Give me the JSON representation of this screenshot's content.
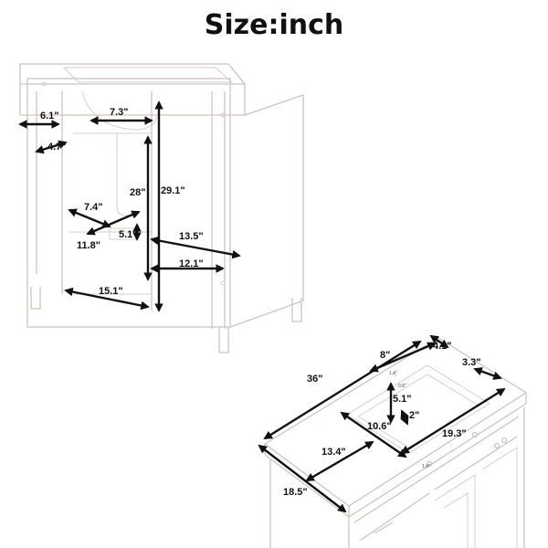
{
  "title": "Size:inch",
  "front_dims": {
    "d1": "6.1\"",
    "d2": "7.3\"",
    "d3": "4.7\"",
    "d4": "28\"",
    "d5": "29.1\"",
    "d6": "7.4\"",
    "d7": "5.1\"",
    "d8": "11.8\"",
    "d9": "13.5\"",
    "d10": "12.1\"",
    "d11": "15.1\""
  },
  "top_dims": {
    "d1": "8\"",
    "d2": "4.1\"",
    "d3": "3.3\"",
    "d4": "36\"",
    "d5": "5.1\"",
    "d6": "2\"",
    "d7": "10.6\"",
    "d8": "19.3\"",
    "d9": "13.4\"",
    "d10": "18.5\"",
    "small1": "1.4\"",
    "small2": "0.8\"",
    "small3": "1.4\""
  },
  "colors": {
    "sketch": "#cfc3bf",
    "arrow": "#111111"
  }
}
